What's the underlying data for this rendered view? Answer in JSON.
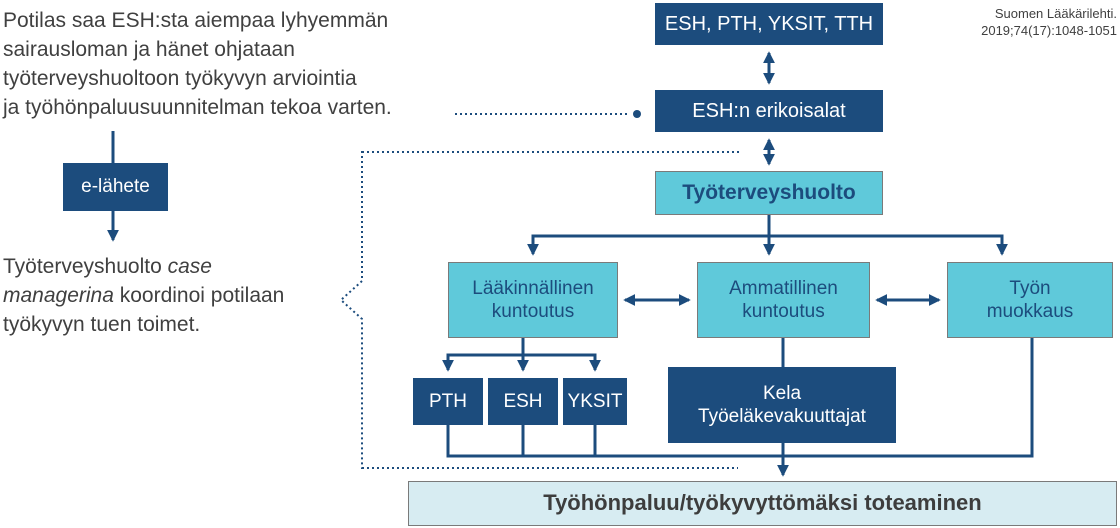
{
  "colors": {
    "navy": "#1C4C7D",
    "cyan": "#5FC9DA",
    "pale": "#D7ECF2",
    "border_gray": "#7A7A7A",
    "text_gray": "#404040",
    "outcome_text": "#3D3D3D"
  },
  "citation": {
    "line1": "Suomen Lääkärilehti.",
    "line2": "2019;74(17):1048-1051"
  },
  "notes": {
    "referral": {
      "line1": "Potilas saa ESH:sta aiempaa lyhyemmän",
      "line2": "sairausloman ja hänet ohjataan",
      "line3": "työterveyshuoltoon työkyvyn arviointia",
      "line4": "ja työhönpaluusuunnitelman tekoa varten."
    },
    "case_manager": {
      "l1_text": "Työterveyshuolto ",
      "l1_italic": "case",
      "l2_italic": "managerina",
      "l2_text": " koordinoi potilaan",
      "l3_text": "työkyvyn tuen toimet."
    }
  },
  "boxes": {
    "all_sectors": "ESH, PTH, YKSIT, TTH",
    "esh_specialties": "ESH:n erikoisalat",
    "occupational_health": "Työterveyshuolto",
    "e_referral": "e-lähete",
    "medical_rehab_l1": "Lääkinnällinen",
    "medical_rehab_l2": "kuntoutus",
    "vocational_rehab_l1": "Ammatillinen",
    "vocational_rehab_l2": "kuntoutus",
    "work_modification_l1": "Työn",
    "work_modification_l2": "muokkaus",
    "pth": "PTH",
    "esh": "ESH",
    "yksit": "YKSIT",
    "kela_l1": "Kela",
    "kela_l2": "Työeläkevakuuttajat",
    "outcome": "Työhönpaluu/työkyvyttömäksi toteaminen"
  }
}
